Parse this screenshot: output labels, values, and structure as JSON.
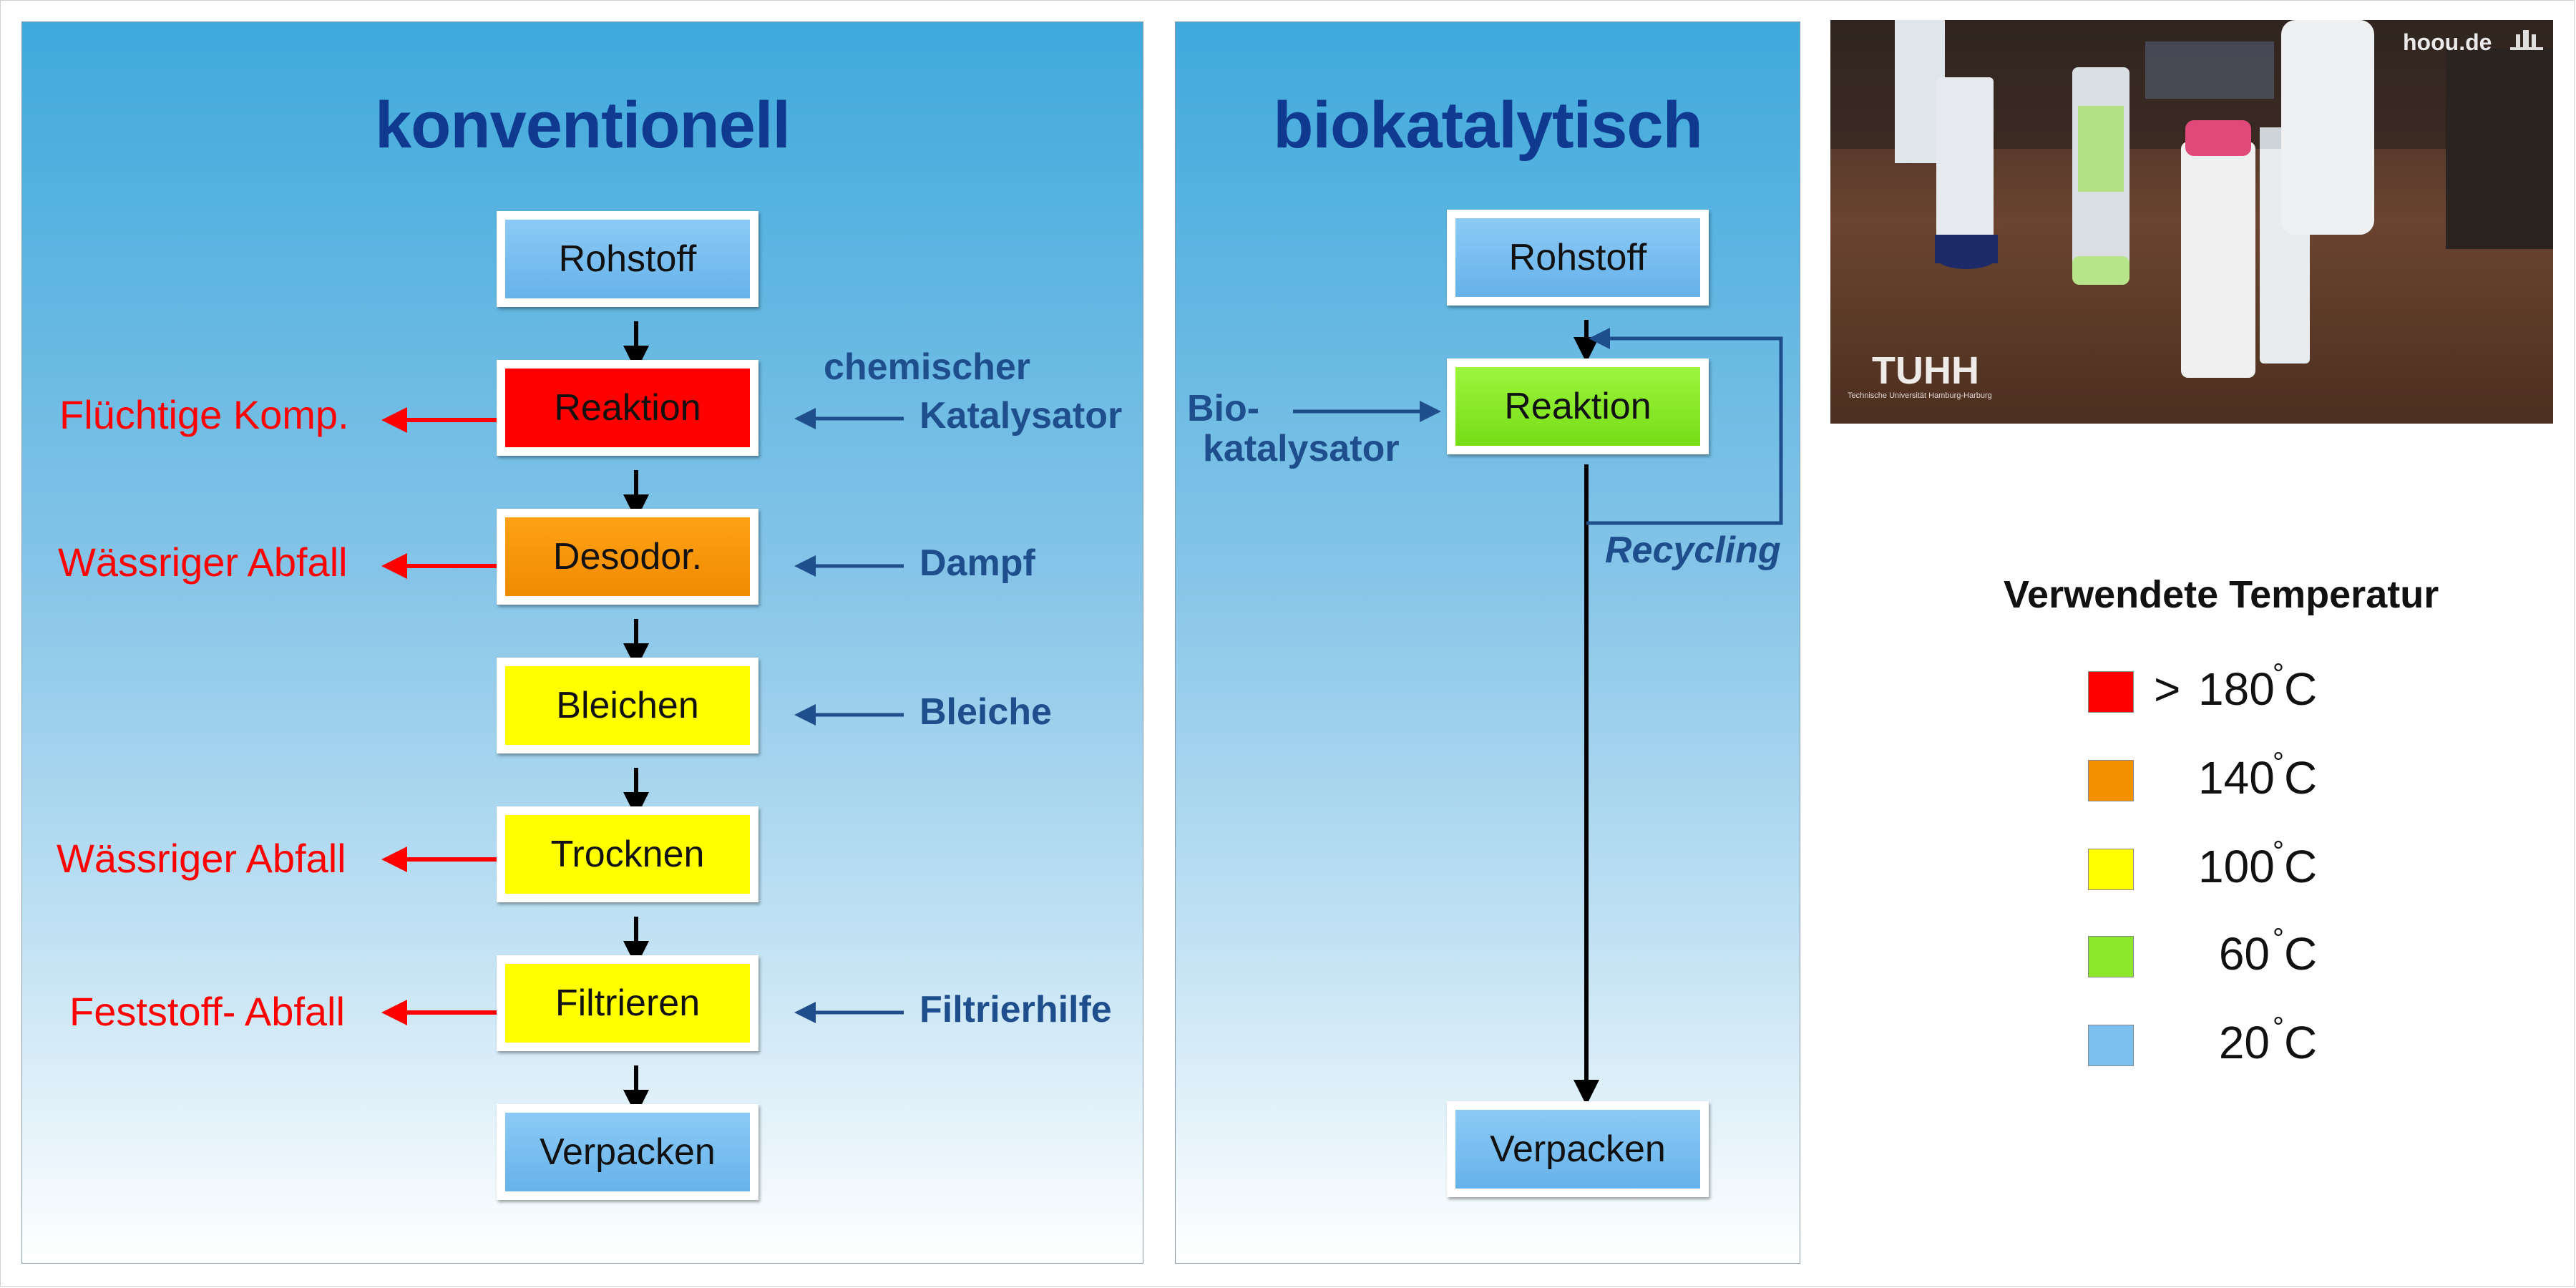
{
  "diagram": {
    "conventional": {
      "title": "konventionell",
      "steps": [
        "Rohstoff",
        "Reaktion",
        "Desodor.",
        "Bleichen",
        "Trocknen",
        "Filtrieren",
        "Verpacken"
      ],
      "step_temperatures": [
        "20°C",
        ">180°C",
        "140°C",
        "100°C",
        "100°C",
        "100°C",
        "20°C"
      ],
      "outputs": {
        "reaktion": "Flüchtige Komp.",
        "desodor": "Wässriger Abfall",
        "trocknen": "Wässriger Abfall",
        "filtrieren": "Feststoff- Abfall"
      },
      "inputs": {
        "reaktion_line1": "chemischer",
        "reaktion_line2": "Katalysator",
        "desodor": "Dampf",
        "bleichen": "Bleiche",
        "filtrieren": "Filtrierhilfe"
      }
    },
    "biocatalytic": {
      "title": "biokatalytisch",
      "steps": [
        "Rohstoff",
        "Reaktion",
        "Verpacken"
      ],
      "step_temperatures": [
        "20°C",
        "60°C",
        "20°C"
      ],
      "input_line1": "Bio-",
      "input_line2": "katalysator",
      "recycling": "Recycling"
    }
  },
  "legend": {
    "title": "Verwendete Temperatur",
    "items": [
      {
        "symbol": ">",
        "value": "180",
        "unit": "C",
        "color": "#ff0000"
      },
      {
        "symbol": "",
        "value": "140",
        "unit": "C",
        "color": "#f59000"
      },
      {
        "symbol": "",
        "value": "100",
        "unit": "C",
        "color": "#ffff00"
      },
      {
        "symbol": "",
        "value": "60",
        "unit": "C",
        "color": "#8ce82a"
      },
      {
        "symbol": "",
        "value": "20",
        "unit": "C",
        "color": "#7cc0f0"
      }
    ],
    "degree_symbol": "°"
  },
  "photo": {
    "brand_mark": "hoou.de",
    "logo": "TUHH",
    "logo_subtitle": "Technische Universität Hamburg-Harburg"
  },
  "colors": {
    "title_blue": "#0f3a8f",
    "input_text": "#1f4e8c",
    "waste_text": "#ff0000"
  }
}
